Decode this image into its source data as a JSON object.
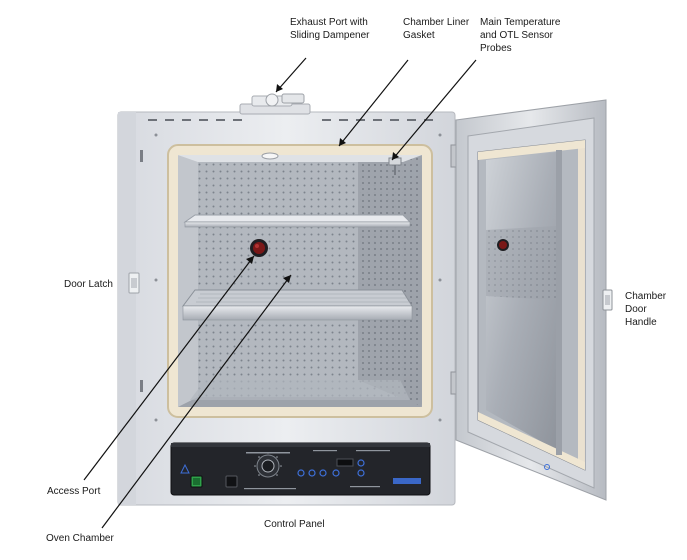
{
  "callouts": {
    "exhaust_port": {
      "lines": [
        "Exhaust Port with",
        "Sliding Dampener"
      ]
    },
    "chamber_liner": {
      "lines": [
        "Chamber Liner",
        "Gasket"
      ]
    },
    "main_temperature": {
      "lines": [
        "Main Temperature",
        "and OTL Sensor",
        "Probes"
      ]
    },
    "door_latch": {
      "lines": [
        "Door Latch"
      ]
    },
    "chamber_door_handle": {
      "lines": [
        "Chamber",
        "Door",
        "Handle"
      ]
    },
    "access_port": {
      "lines": [
        "Access Port"
      ]
    },
    "oven_chamber": {
      "lines": [
        "Oven Chamber"
      ]
    },
    "control_panel": {
      "lines": [
        "Control Panel"
      ]
    }
  },
  "colors": {
    "cabinet": "#e4e6ea",
    "cabinet_shadow": "#c9ccd2",
    "steel": "#b8bcc2",
    "gasket": "#efe6d2",
    "control_panel": "#23252a",
    "accent_blue": "#3d6fd8",
    "leader_line": "#111111"
  },
  "icons": [
    "exhaust-port-icon",
    "access-port-icon",
    "power-switch-icon",
    "sensor-probe-icon",
    "door-handle-icon",
    "door-latch-icon"
  ]
}
